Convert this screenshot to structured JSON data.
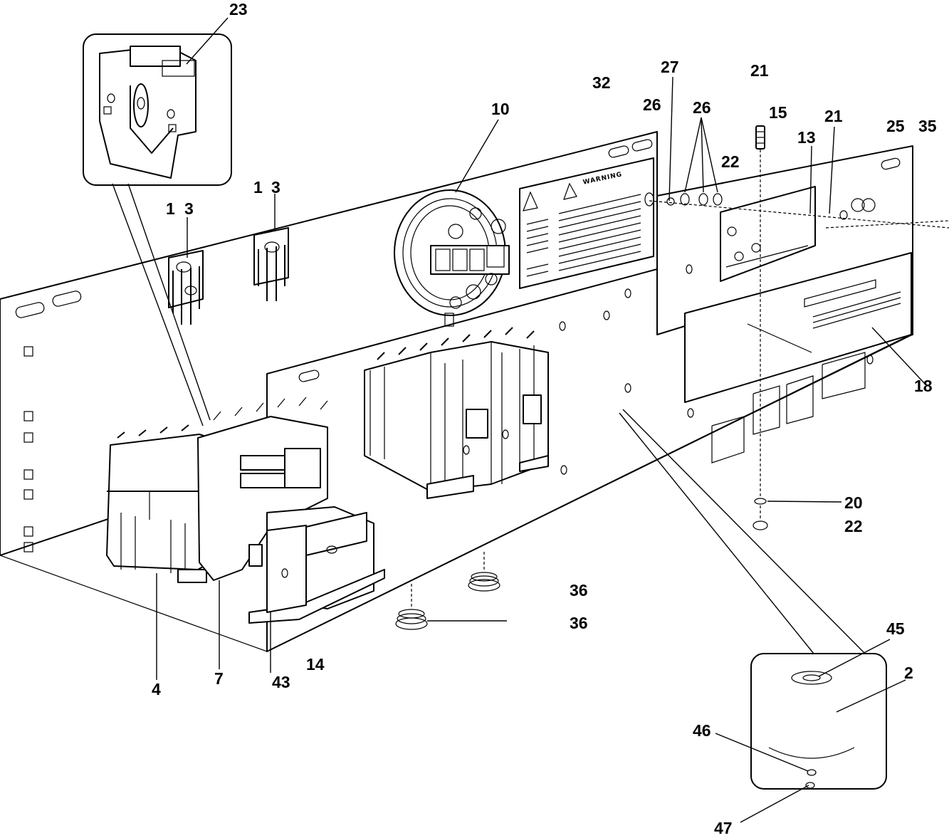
{
  "diagram": {
    "warning_heading": "WARNING",
    "callouts": [
      {
        "id": "c23",
        "label": "23"
      },
      {
        "id": "c10",
        "label": "10"
      },
      {
        "id": "c32",
        "label": "32"
      },
      {
        "id": "c27",
        "label": "27"
      },
      {
        "id": "c21a",
        "label": "21"
      },
      {
        "id": "c26a",
        "label": "26"
      },
      {
        "id": "c26b",
        "label": "26"
      },
      {
        "id": "c15",
        "label": "15"
      },
      {
        "id": "c21b",
        "label": "21"
      },
      {
        "id": "c25",
        "label": "25"
      },
      {
        "id": "c35",
        "label": "35"
      },
      {
        "id": "c13",
        "label": "13"
      },
      {
        "id": "c22a",
        "label": "22"
      },
      {
        "id": "c1a",
        "label": "1"
      },
      {
        "id": "c3a",
        "label": "3"
      },
      {
        "id": "c1b",
        "label": "1"
      },
      {
        "id": "c3b",
        "label": "3"
      },
      {
        "id": "c18",
        "label": "18"
      },
      {
        "id": "c20",
        "label": "20"
      },
      {
        "id": "c22b",
        "label": "22"
      },
      {
        "id": "c36a",
        "label": "36"
      },
      {
        "id": "c36b",
        "label": "36"
      },
      {
        "id": "c14",
        "label": "14"
      },
      {
        "id": "c43",
        "label": "43"
      },
      {
        "id": "c4",
        "label": "4"
      },
      {
        "id": "c7",
        "label": "7"
      },
      {
        "id": "c45",
        "label": "45"
      },
      {
        "id": "c2",
        "label": "2"
      },
      {
        "id": "c46",
        "label": "46"
      },
      {
        "id": "c47",
        "label": "47"
      }
    ]
  }
}
